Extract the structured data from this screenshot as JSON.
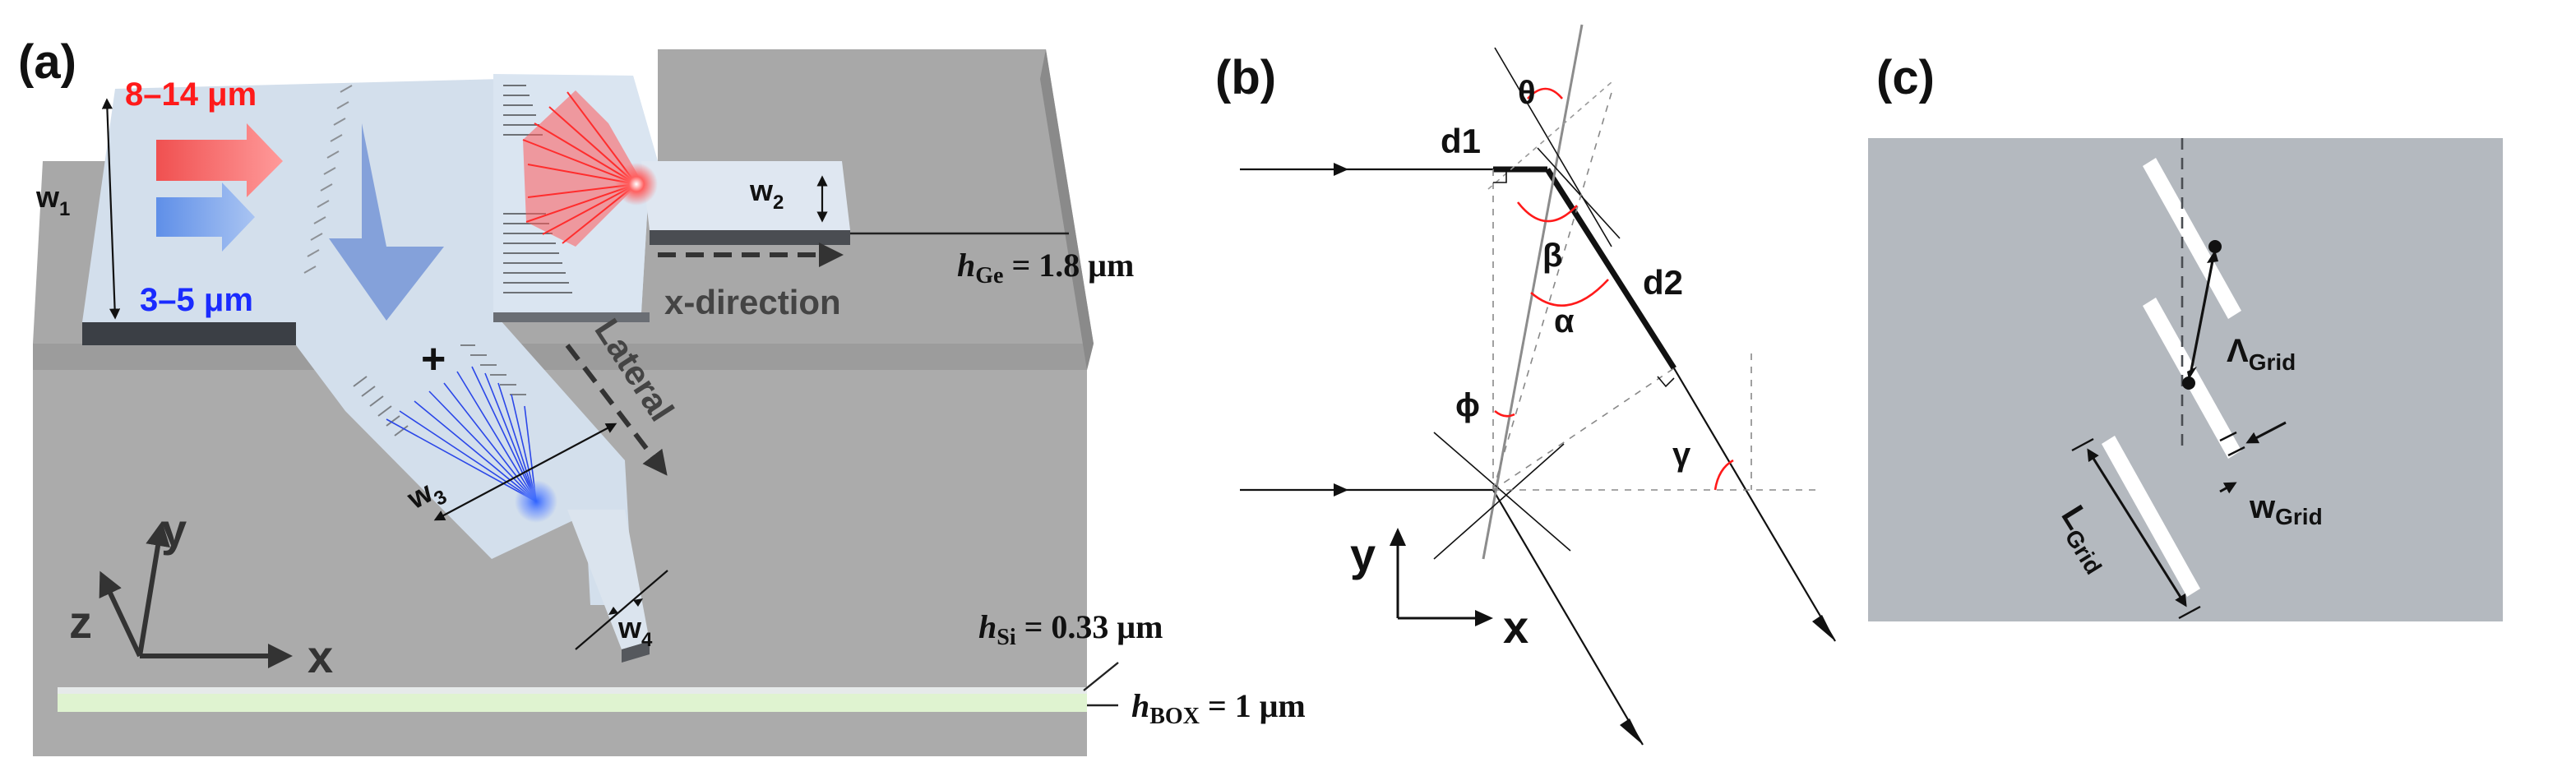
{
  "panel_a": {
    "label": "(a)",
    "band_long": "8–14 μm",
    "band_short": "3–5 μm",
    "w1": "w",
    "w1_sub": "1",
    "w2": "w",
    "w2_sub": "2",
    "w3": "w",
    "w3_sub": "3",
    "w4": "w",
    "w4_sub": "4",
    "x_direction": "x-direction",
    "lateral": "Lateral",
    "h_ge_h": "h",
    "h_ge_sub": "Ge",
    "h_ge_val": " = 1.8 μm",
    "h_si_h": "h",
    "h_si_sub": "Si",
    "h_si_val": " = 0.33 μm",
    "h_box_h": "h",
    "h_box_sub": "BOX",
    "h_box_val": " = 1 μm",
    "axis_x": "x",
    "axis_y": "y",
    "axis_z": "z",
    "center_mark": "+"
  },
  "panel_b": {
    "label": "(b)",
    "d1": "d1",
    "d2": "d2",
    "theta": "θ",
    "beta": "β",
    "alpha": "α",
    "phi": "ϕ",
    "gamma": "γ",
    "axis_x": "x",
    "axis_y": "y"
  },
  "panel_c": {
    "label": "(c)",
    "lambda": "Λ",
    "lambda_sub": "Grid",
    "w": "w",
    "w_sub": "Grid",
    "L": "L",
    "L_sub": "Grid"
  },
  "colors": {
    "red": "#ff1a1a",
    "blue": "#1a2bff",
    "slab": "#ababab",
    "waveguide": "#d4e0ee",
    "panel_c_bg": "#b4b9bf"
  }
}
